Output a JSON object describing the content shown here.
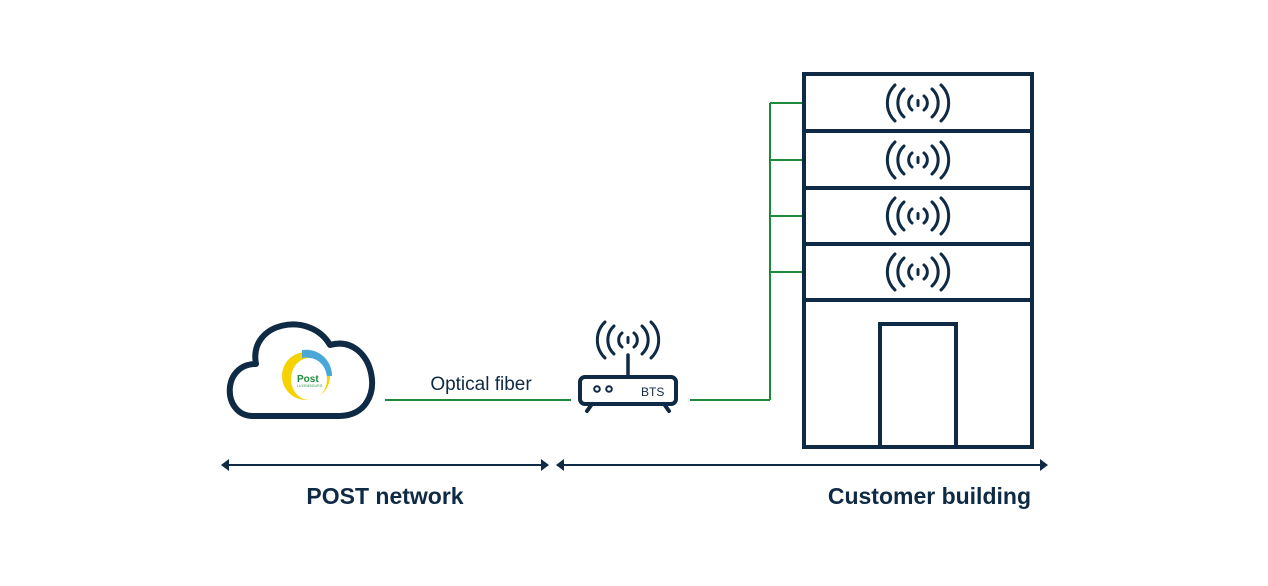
{
  "labels": {
    "optical_fiber": "Optical fiber",
    "bts": "BTS",
    "post_network": "POST network",
    "customer_building": "Customer building"
  },
  "logo": {
    "main": "Post",
    "sub": "LUXEMBOURG"
  },
  "building": {
    "floors_with_antennas": 4
  },
  "colors": {
    "navy": "#0f2a44",
    "green": "#1f8a3a",
    "logo_yellow": "#f5d200",
    "logo_blue": "#4aa8d8"
  },
  "icons": [
    "cloud-icon",
    "post-logo-icon",
    "router-bts-icon",
    "antenna-signal-icon",
    "building-icon",
    "door-icon"
  ]
}
